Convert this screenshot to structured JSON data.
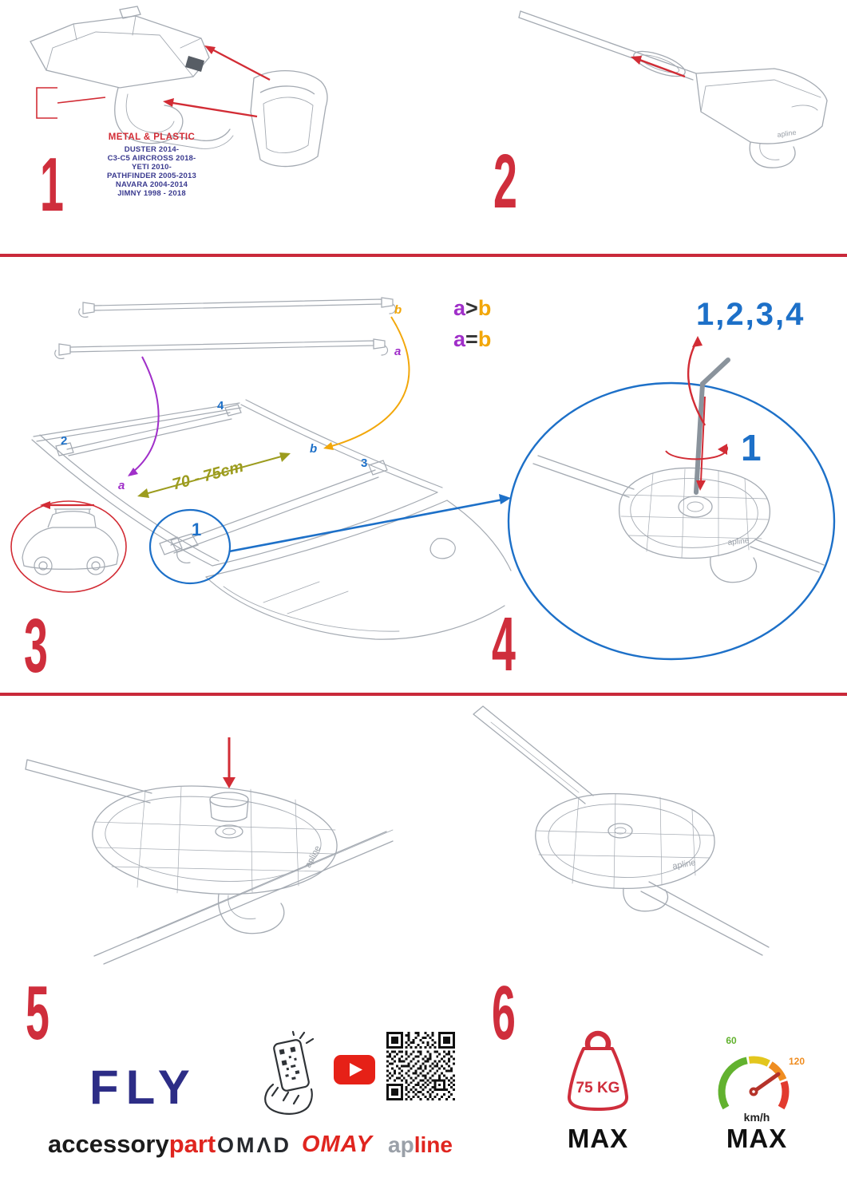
{
  "colors": {
    "accent_red": "#cf2e3c",
    "accent_blue": "#1d70c8",
    "purple": "#a02fc9",
    "orange": "#f2a70a",
    "olive": "#9c9c1e",
    "brand_navy": "#2d2d86",
    "brand_red": "#e0251f"
  },
  "step1": {
    "number": "1",
    "material_label": "METAL & PLASTIC",
    "models": [
      "DUSTER 2014-",
      "C3-C5 AIRCROSS 2018-",
      "YETI 2010-",
      "PATHFINDER 2005-2013",
      "NAVARA 2004-2014",
      "JIMNY 1998 - 2018"
    ]
  },
  "step2": {
    "number": "2"
  },
  "step3": {
    "number": "3",
    "bar_labels": {
      "top": "b",
      "bottom": "a"
    },
    "roof_labels": {
      "a": "a",
      "b": "b",
      "p1": "1",
      "p2": "2",
      "p3": "3",
      "p4": "4"
    },
    "distance": "70 - 75cm",
    "legend": {
      "row1": {
        "a": "a",
        "op": ">",
        "b": "b"
      },
      "row2": {
        "a": "a",
        "op": "=",
        "b": "b"
      }
    }
  },
  "step4": {
    "number": "4",
    "sequence": "1,2,3,4",
    "point": "1"
  },
  "step5": {
    "number": "5"
  },
  "step6": {
    "number": "6"
  },
  "common": {
    "pad_logo": "apline"
  },
  "footer": {
    "product": "FLY",
    "brand_accessory": "accessory",
    "brand_part": "part",
    "brand_omad": "OMΛD",
    "brand_omay": "OMAY",
    "brand_ap": "ap",
    "brand_line": "line",
    "weight": {
      "value": "75 KG",
      "max": "MAX"
    },
    "speed": {
      "low": "60",
      "high": "120",
      "unit": "km/h",
      "max": "MAX"
    }
  }
}
